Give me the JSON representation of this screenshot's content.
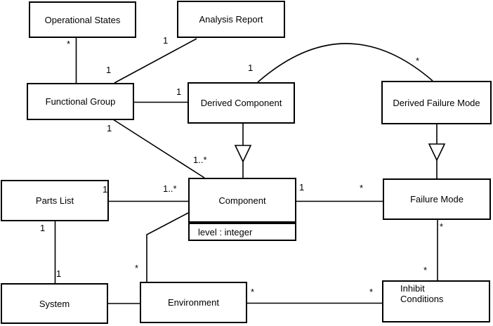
{
  "diagram": {
    "type": "uml-class-diagram",
    "colors": {
      "background": "#ffffff",
      "line": "#000000",
      "text": "#000000"
    },
    "classes": {
      "operational_states": {
        "label": "Operational States"
      },
      "analysis_report": {
        "label": "Analysis Report"
      },
      "functional_group": {
        "label": "Functional Group"
      },
      "derived_component": {
        "label": "Derived Component"
      },
      "derived_failure_mode": {
        "label": "Derived Failure Mode"
      },
      "parts_list": {
        "label": "Parts List"
      },
      "component": {
        "label": "Component",
        "attribute": "level : integer"
      },
      "failure_mode": {
        "label": "Failure Mode"
      },
      "system": {
        "label": "System"
      },
      "environment": {
        "label": "Environment"
      },
      "inhibit_conditions": {
        "label": "Inhibit Conditions"
      }
    },
    "associations": [
      {
        "from": "Operational States",
        "to": "Functional Group",
        "from_mult": "*",
        "to_mult": ""
      },
      {
        "from": "Analysis Report",
        "to": "Functional Group",
        "from_mult": "1",
        "to_mult": "1"
      },
      {
        "from": "Functional Group",
        "to": "Derived Component",
        "from_mult": "",
        "to_mult": "1"
      },
      {
        "from": "Functional Group",
        "to": "Component",
        "from_mult": "1",
        "to_mult": "1..*"
      },
      {
        "from": "Derived Component",
        "to": "Derived Failure Mode",
        "from_mult": "1",
        "to_mult": "*"
      },
      {
        "from": "Component",
        "to": "Failure Mode",
        "from_mult": "1",
        "to_mult": "*"
      },
      {
        "from": "Parts List",
        "to": "Component",
        "from_mult": "1",
        "to_mult": "1..*"
      },
      {
        "from": "Parts List",
        "to": "System",
        "from_mult": "1",
        "to_mult": "1"
      },
      {
        "from": "System",
        "to": "Environment",
        "from_mult": "",
        "to_mult": ""
      },
      {
        "from": "Component",
        "to": "Environment",
        "from_mult": "",
        "to_mult": "*"
      },
      {
        "from": "Environment",
        "to": "Inhibit Conditions",
        "from_mult": "*",
        "to_mult": "*"
      },
      {
        "from": "Failure Mode",
        "to": "Inhibit Conditions",
        "from_mult": "*",
        "to_mult": "*"
      }
    ],
    "generalizations": [
      {
        "child": "Derived Component",
        "parent": "Component"
      },
      {
        "child": "Derived Failure Mode",
        "parent": "Failure Mode"
      }
    ]
  }
}
